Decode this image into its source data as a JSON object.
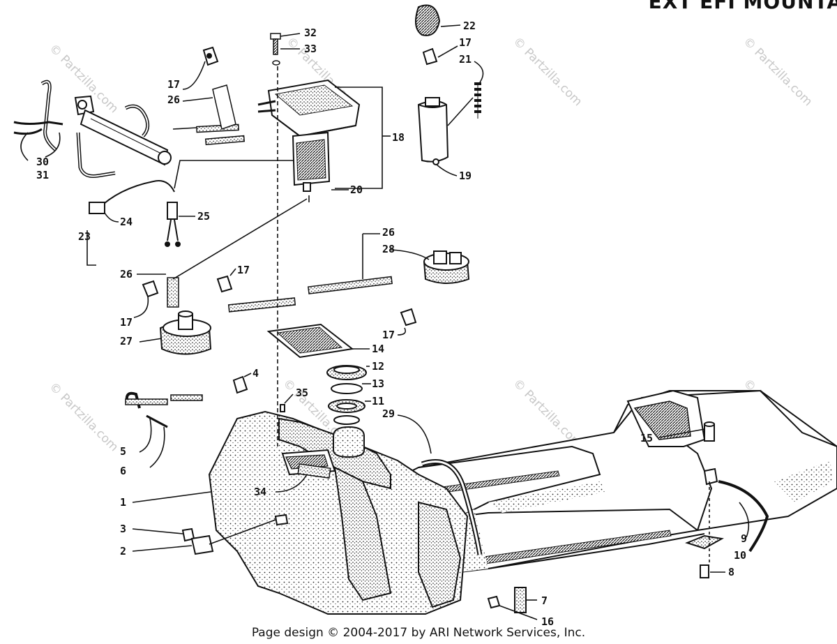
{
  "header": {
    "title": "EXT EFI MOUNTA"
  },
  "footer": {
    "copyright": "Page design © 2004-2017 by ARI Network Services, Inc."
  },
  "watermark": {
    "text": "© Partzilla.com"
  },
  "callouts": {
    "c32": "32",
    "c33": "33",
    "c22": "22",
    "c17a": "17",
    "c21": "21",
    "c17b": "17",
    "c26a": "26",
    "c18": "18",
    "c19": "19",
    "c30": "30",
    "c31": "31",
    "c20": "20",
    "c24": "24",
    "c25": "25",
    "c23": "23",
    "c26b": "26",
    "c28": "28",
    "c26c": "26",
    "c17c": "17",
    "c17d": "17",
    "c17e": "17",
    "c27": "27",
    "c14": "14",
    "c12": "12",
    "c13": "13",
    "c11": "11",
    "c4": "4",
    "c35": "35",
    "c29": "29",
    "c15": "15",
    "c5": "5",
    "c6": "6",
    "c34": "34",
    "c1": "1",
    "c3": "3",
    "c2": "2",
    "c9": "9",
    "c10": "10",
    "c8": "8",
    "c7": "7",
    "c16": "16"
  },
  "colors": {
    "ink": "#111111",
    "paper": "#ffffff",
    "watermark": "#c8c8c8"
  }
}
